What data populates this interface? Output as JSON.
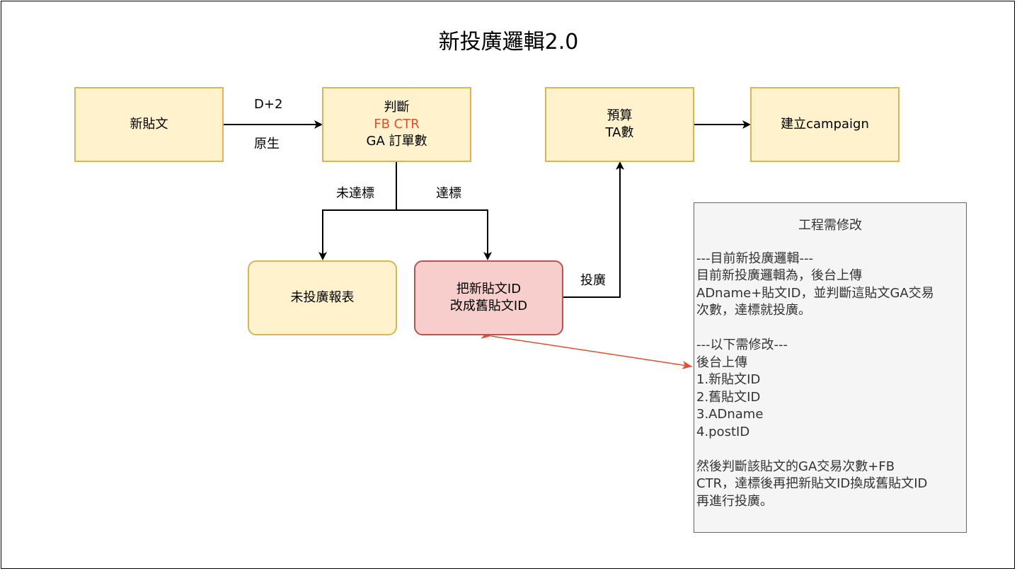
{
  "title": "新投廣邏輯2.0",
  "nodes": {
    "new_post": "新貼文",
    "judge": {
      "line1": "判斷",
      "line2": "FB CTR",
      "line3": "GA 訂單數"
    },
    "budget": {
      "line1": "預算",
      "line2": "TA數"
    },
    "create_campaign": "建立campaign",
    "unplaced_report": "未投廣報表",
    "replace_id": {
      "line1": "把新貼文ID",
      "line2": "改成舊貼文ID"
    }
  },
  "edge_labels": {
    "d_plus_2": "D+2",
    "native": "原生",
    "not_met": "未達標",
    "met": "達標",
    "place_ad": "投廣"
  },
  "note": {
    "title": "工程需修改",
    "lines": [
      "---目前新投廣邏輯---",
      "目前新投廣邏輯為，後台上傳",
      "ADname+貼文ID，並判斷這貼文GA交易",
      "次數，達標就投廣。",
      "",
      "---以下需修改---",
      "後台上傳",
      "1.新貼文ID",
      "2.舊貼文ID",
      "3.ADname",
      "4.postID",
      "",
      "然後判斷該貼文的GA交易次數+FB",
      "CTR，達標後再把新貼文ID換成舊貼文ID",
      "再進行投廣。"
    ]
  },
  "colors": {
    "process_fill": "#fff2cc",
    "process_stroke": "#d6b656",
    "highlight_fill": "#f8cecc",
    "highlight_stroke": "#b85450",
    "note_fill": "#f5f5f5",
    "emphasis_text": "#e94b2b",
    "link_arrow": "#e94b2b"
  }
}
